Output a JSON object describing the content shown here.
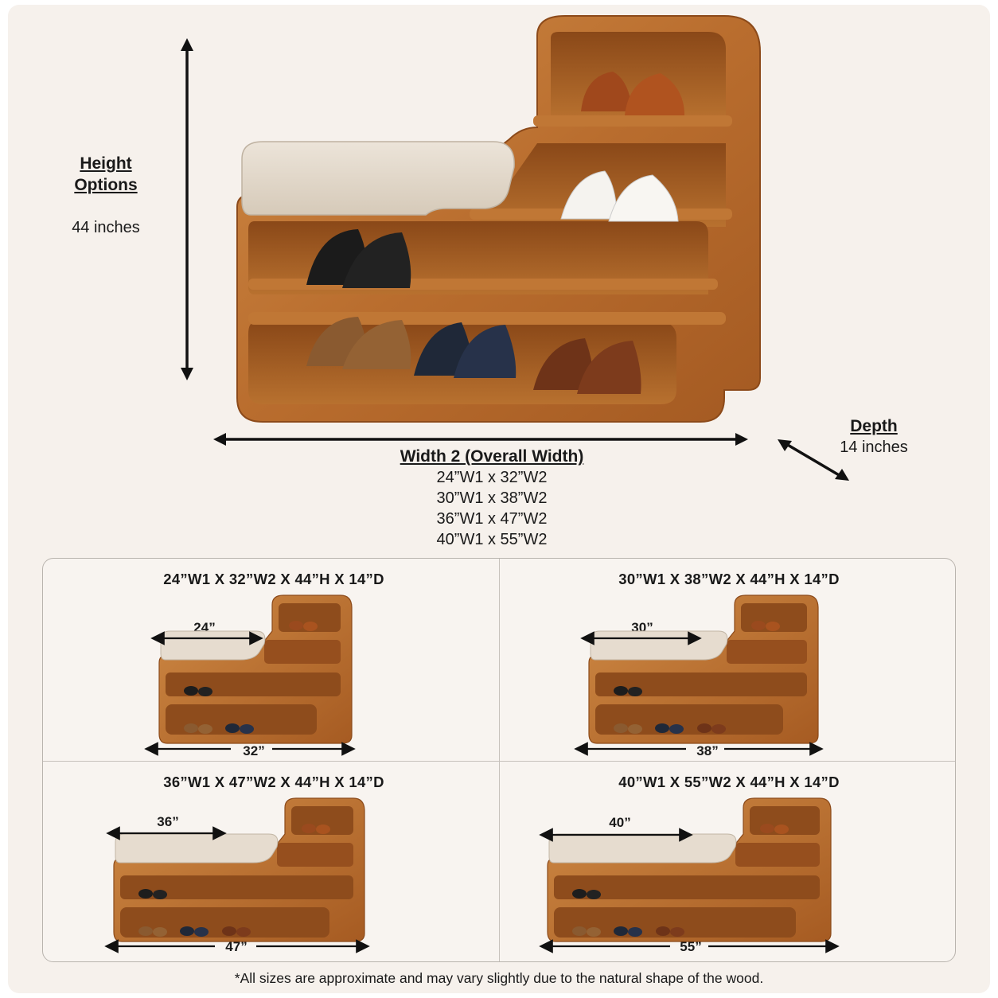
{
  "height": {
    "title_line1": "Height",
    "title_line2": "Options",
    "value": "44 inches"
  },
  "depth": {
    "title": "Depth",
    "value": "14 inches"
  },
  "width": {
    "title": "Width 2 (Overall Width)",
    "options": [
      "24”W1 x 32”W2",
      "30”W1 x 38”W2",
      "36”W1 x 47”W2",
      "40”W1 x 55”W2"
    ]
  },
  "sizes": [
    {
      "title": "24”W1 X 32”W2 X 44”H X 14”D",
      "w1_label": "24”",
      "w2_label": "32”"
    },
    {
      "title": "30”W1 X 38”W2 X 44”H X 14”D",
      "w1_label": "30”",
      "w2_label": "38”"
    },
    {
      "title": "36”W1 X 47”W2 X 44”H X 14”D",
      "w1_label": "36”",
      "w2_label": "47”"
    },
    {
      "title": "40”W1 X 55”W2 X 44”H X 14”D",
      "w1_label": "40”",
      "w2_label": "55”"
    }
  ],
  "footnote": "*All sizes are approximate and may vary slightly due to the natural shape of the wood.",
  "colors": {
    "wood": "#b86a2c",
    "wood_dark": "#8c4a1a",
    "wood_light": "#d08a45",
    "cushion": "#e3d9cc",
    "background": "#f6f1ec"
  }
}
